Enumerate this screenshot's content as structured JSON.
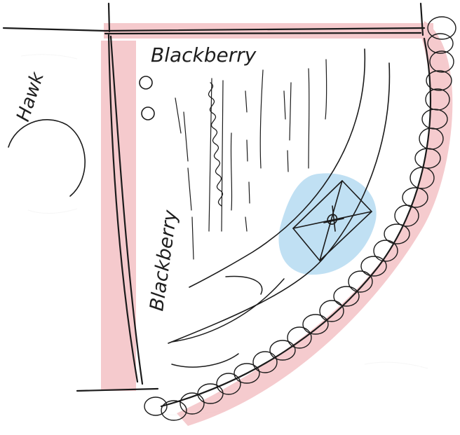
{
  "labels": {
    "top_label": "Blackberry",
    "side_label": "Blackberry",
    "left_label": "Hawk"
  },
  "colors": {
    "paper": "#ffffff",
    "ink": "#1b1b1b",
    "boundary_highlight": "#f2b9bd",
    "feature_highlight": "#b9ddf2"
  }
}
